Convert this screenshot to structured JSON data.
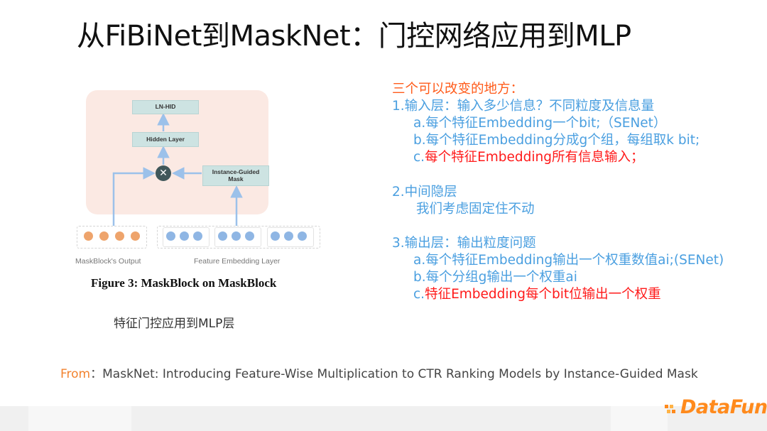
{
  "slide": {
    "title": "从FiBiNet到MaskNet：门控网络应用到MLP",
    "figure": {
      "boxes": {
        "ln_hid": "LN-HID",
        "hidden_layer": "Hidden Layer",
        "instance_guided_mask_1": "Instance-Guided",
        "instance_guided_mask_2": "Mask"
      },
      "multiply_symbol": "✕",
      "output_label": "MaskBlock's Output",
      "embedding_label": "Feature Embedding Layer",
      "caption": "Figure 3: MaskBlock on MaskBlock",
      "colors": {
        "output_dots": "#eea46c",
        "embedding_dots": "#8fb6e4",
        "box_fill": "#cde3e2",
        "panel": "#fbe9e3"
      }
    },
    "left_note": "特征门控应用到MLP层",
    "right": {
      "heading": "三个可以改变的地方：",
      "s1_title": "1.输入层：输入多少信息？不同粒度及信息量",
      "s1_a": "a.每个特征Embedding一个bit;（SENet）",
      "s1_b": "b.每个特征Embedding分成g个组，每组取k bit;",
      "s1_c_prefix": "c.",
      "s1_c_text": "每个特征Embedding所有信息输入；",
      "s2_title": "2.中间隐层",
      "s2_body": "我们考虑固定住不动",
      "s3_title": "3.输出层：输出粒度问题",
      "s3_a": "a.每个特征Embedding输出一个权重数值ai;(SENet)",
      "s3_b": "b.每个分组g输出一个权重ai",
      "s3_c_prefix": "c.",
      "s3_c_text": "特征Embedding每个bit位输出一个权重"
    },
    "source": {
      "label": "From",
      "text": "：MaskNet: Introducing Feature-Wise Multiplication to CTR Ranking Models by Instance-Guided Mask"
    },
    "logo": "DataFun.",
    "colors": {
      "accent_blue": "#4a9fe0",
      "orange": "#ff5b1a",
      "red": "#ff1a1a",
      "logo": "#ff8a1c"
    }
  }
}
